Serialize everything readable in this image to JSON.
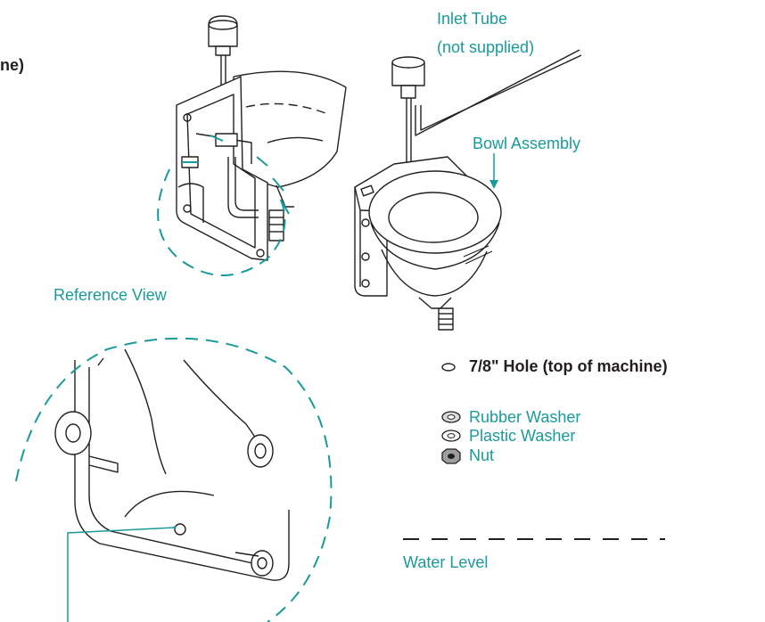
{
  "colors": {
    "accent": "#1a9a9c",
    "ink": "#231f20"
  },
  "labels": {
    "clipped_top_left": "ne)",
    "inlet_tube": "Inlet Tube",
    "not_supplied": "(not supplied)",
    "bowl_assembly": "Bowl Assembly",
    "reference_view": "Reference View",
    "hole": "7/8\" Hole (top of machine)",
    "rubber_washer": "Rubber Washer",
    "plastic_washer": "Plastic Washer",
    "nut": "Nut",
    "water_level": "Water Level"
  },
  "icons": {
    "hole": "hole-icon",
    "rubber_washer": "rubber-washer-icon",
    "plastic_washer": "plastic-washer-icon",
    "nut": "nut-icon"
  }
}
